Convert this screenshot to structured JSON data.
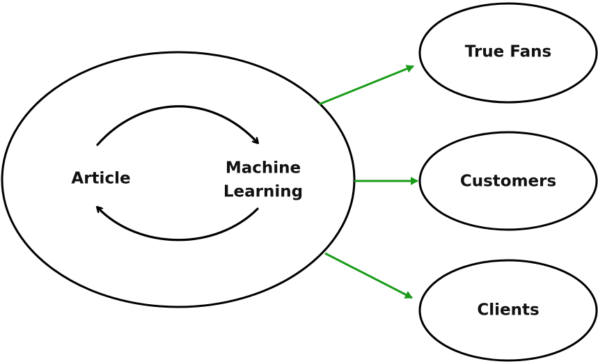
{
  "colors": {
    "outline": "#000000",
    "cycle_arrow": "#000000",
    "output_arrow": "#1a9c1a",
    "background": "#ffffff"
  },
  "main": {
    "left_label": "Article",
    "right_label_line1": "Machine",
    "right_label_line2": "Learning"
  },
  "outputs": [
    {
      "label": "True Fans"
    },
    {
      "label": "Customers"
    },
    {
      "label": "Clients"
    }
  ]
}
